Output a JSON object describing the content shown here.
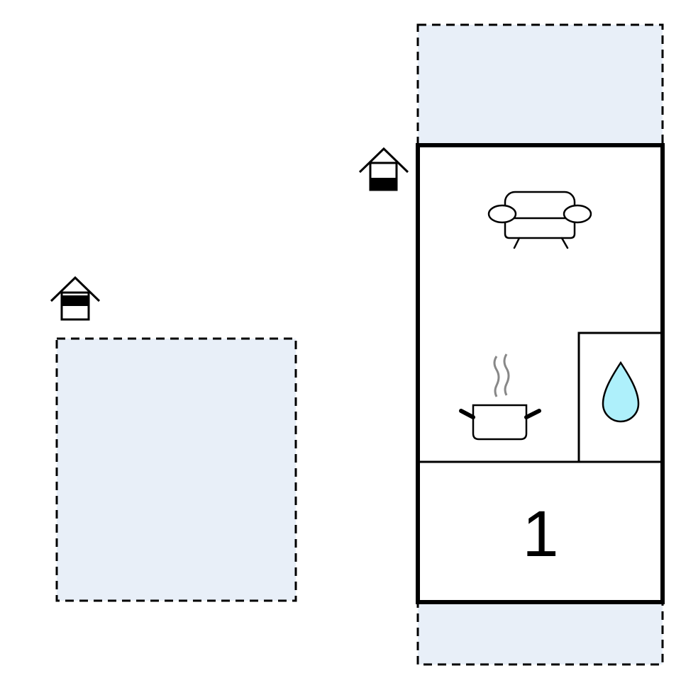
{
  "floorplan": {
    "colors": {
      "terrace_fill": "#e8eff8",
      "wall_stroke": "#000000",
      "water_fill": "#aef0fb",
      "background": "#ffffff"
    },
    "areas": [
      {
        "kind": "terrace",
        "icon": "dashed-outline"
      },
      {
        "kind": "terrace",
        "icon": "dashed-outline"
      },
      {
        "kind": "terrace",
        "icon": "dashed-outline"
      }
    ],
    "rooms": [
      {
        "kind": "living-room",
        "icon": "sofa-icon"
      },
      {
        "kind": "kitchen",
        "icon": "cooking-pot-icon"
      },
      {
        "kind": "bathroom",
        "icon": "water-drop-icon"
      },
      {
        "kind": "bedroom",
        "label": "1"
      }
    ],
    "entrances": [
      {
        "icon": "entrance-house-icon"
      },
      {
        "icon": "entrance-house-icon"
      }
    ]
  }
}
